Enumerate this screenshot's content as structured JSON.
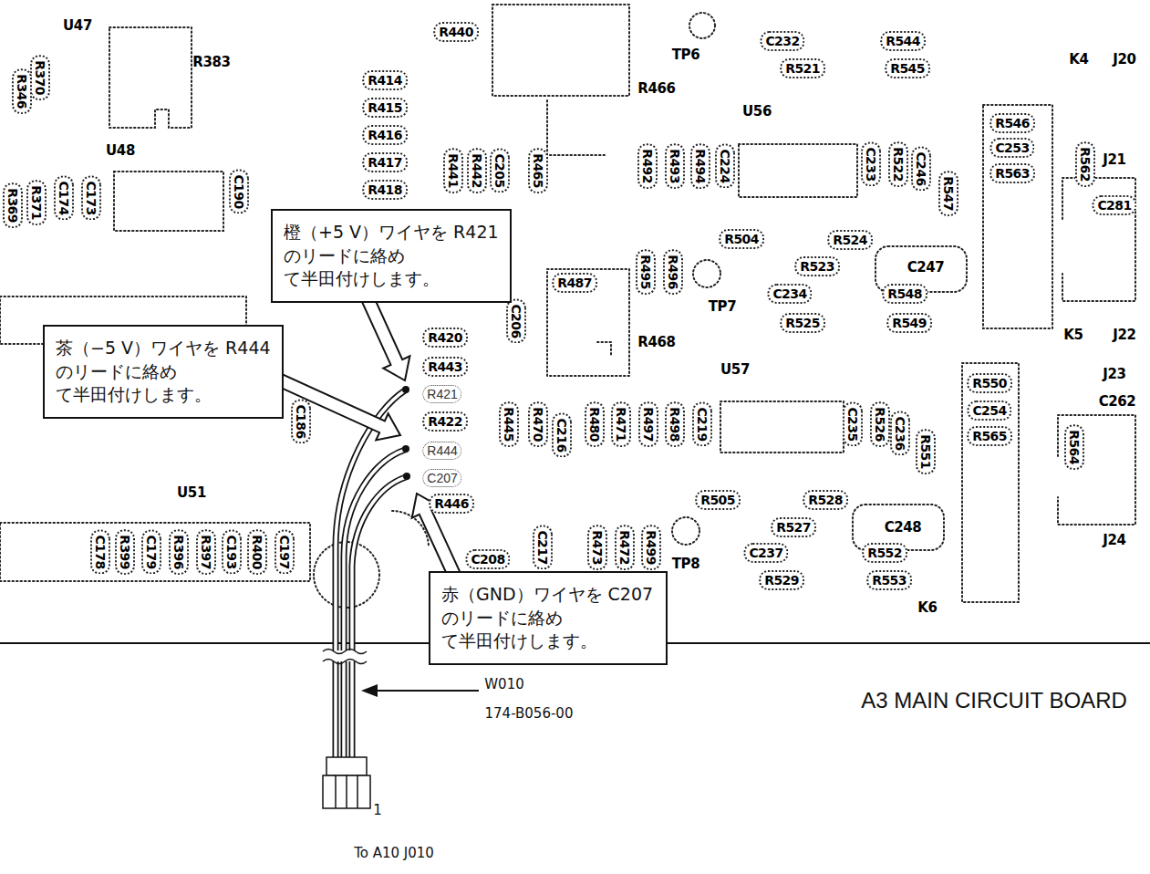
{
  "diagram": {
    "nodes": [
      {
        "text": [
          "橙（+5 V）ワイヤを R421 のリードに絡め て半田付けします。"
        ]
      },
      {
        "text": [
          "茶（−5 V）ワイヤを R444 のリードに絡め て半田付けします。"
        ]
      },
      {
        "text": [
          "赤（GND）ワイヤを C207 のリードに絡め て半田付けします。"
        ]
      }
    ],
    "labels": [
      "U47",
      "R383",
      "R370",
      "R346",
      "U48",
      "R440",
      "TP6",
      "C232",
      "R544",
      "R521",
      "R545",
      "K4",
      "J20",
      "R466",
      "U56",
      "R546",
      "C253",
      "R563",
      "R562",
      "J21",
      "C281",
      "R414",
      "R415",
      "R416",
      "R417",
      "R418",
      "R441",
      "R442",
      "C205",
      "R465",
      "R492",
      "R493",
      "R494",
      "C224",
      "C233",
      "R522",
      "C246",
      "R547",
      "R369",
      "R371",
      "C174",
      "C173",
      "C190",
      "R504",
      "R524",
      "R523",
      "C247",
      "C234",
      "R548",
      "R525",
      "R549",
      "R487",
      "R495",
      "R496",
      "TP7",
      "C206",
      "R468",
      "U57",
      "K5",
      "J22",
      "R420",
      "R443",
      "R421",
      "R422",
      "R444",
      "C207",
      "R446",
      "C186",
      "U51",
      "R445",
      "R470",
      "C216",
      "R480",
      "R471",
      "R497",
      "R498",
      "C219",
      "C235",
      "R526",
      "C236",
      "R551",
      "R550",
      "C254",
      "R565",
      "J23",
      "C262",
      "R564",
      "R505",
      "R528",
      "R527",
      "C248",
      "C237",
      "R552",
      "R529",
      "R553",
      "TP8",
      "K6",
      "J24",
      "C178",
      "R399",
      "C179",
      "R396",
      "R397",
      "C193",
      "R400",
      "C197",
      "C217",
      "R473",
      "R472",
      "R499",
      "C208",
      "W010",
      "174-B056-00",
      "A3 MAIN CIRCUIT BOARD",
      "1",
      "To A10 J010"
    ]
  }
}
